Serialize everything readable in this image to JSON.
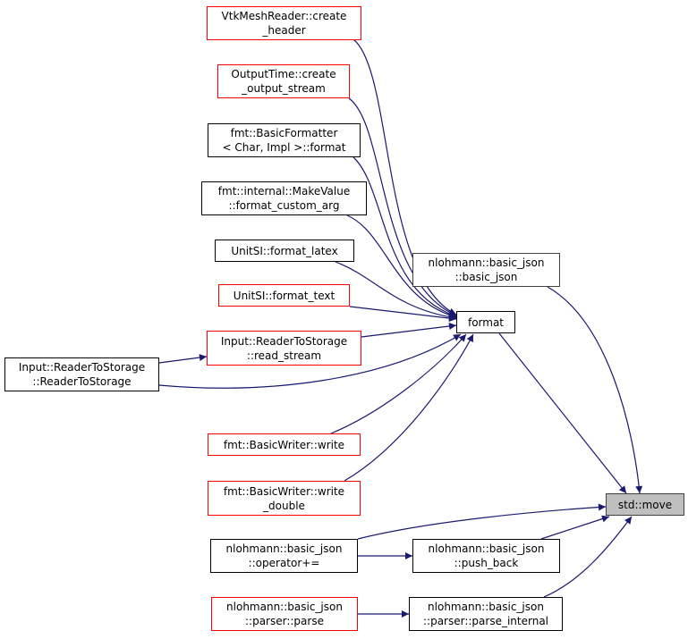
{
  "colors": {
    "edge": "#191970",
    "red_border": "#ff0000",
    "focus_fill": "#bfbfbf"
  },
  "nodes": {
    "create_header": "VtkMeshReader::create\n_header",
    "create_output_stream": "OutputTime::create\n_output_stream",
    "basic_formatter_format": "fmt::BasicFormatter\n< Char, Impl >::format",
    "make_value_format_custom_arg": "fmt::internal::MakeValue\n::format_custom_arg",
    "format_latex": "UnitSI::format_latex",
    "format_text": "UnitSI::format_text",
    "read_stream": "Input::ReaderToStorage\n::read_stream",
    "reader_to_storage": "Input::ReaderToStorage\n::ReaderToStorage",
    "basic_writer_write": "fmt::BasicWriter::write",
    "basic_writer_write_double": "fmt::BasicWriter::write\n_double",
    "operator_plus_eq": "nlohmann::basic_json\n::operator+=",
    "parser_parse": "nlohmann::basic_json\n::parser::parse",
    "basic_json_ctor": "nlohmann::basic_json\n::basic_json",
    "format": "format",
    "push_back": "nlohmann::basic_json\n::push_back",
    "parse_internal": "nlohmann::basic_json\n::parser::parse_internal",
    "std_move": "std::move"
  }
}
